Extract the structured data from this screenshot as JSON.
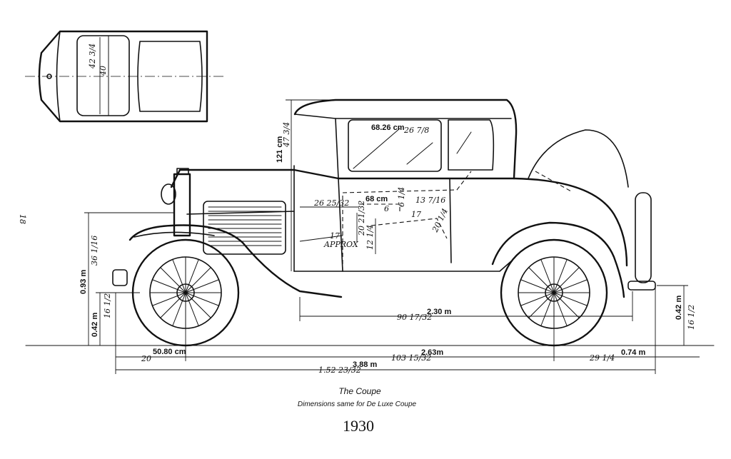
{
  "page_number": "18",
  "caption": {
    "title": "The Coupe",
    "subtitle": "Dimensions same for De Luxe Coupe",
    "year": "1930"
  },
  "top_view": {
    "width_a": "42 3/4",
    "width_b": "40"
  },
  "dimensions": {
    "windshield_cm": "68.26 cm",
    "windshield_in": "26 7/8",
    "height_cm": "121 cm",
    "height_in": "47 3/4",
    "seat_cm": "68 cm",
    "seat_a": "26 25/32",
    "seat_b": "6 1/4",
    "seat_c": "13 7/16",
    "seat_d": "6",
    "seat_e": "17",
    "seat_f": "20 21/32",
    "seat_g": "12 1/4",
    "seat_h": "17",
    "seat_i": "20 1/4",
    "approx": "APPROX",
    "hood_m": "0.93 m",
    "hood_in": "36 1/16",
    "front_clear_m": "0.42 m",
    "front_clear_in": "16 1/2",
    "rear_clear_m": "0.42 m",
    "rear_clear_in": "16 1/2",
    "body_in": "90 17/32",
    "body_m": "2.30 m",
    "front_over_cm": "50.80 cm",
    "front_over_in": "20",
    "wheelbase_in": "103 15/32",
    "wheelbase_m": "2.63m",
    "rear_over_in": "29 1/4",
    "rear_over_m": "0.74 m",
    "overall_in": "1.52 23/32",
    "overall_m": "3.88 m"
  }
}
